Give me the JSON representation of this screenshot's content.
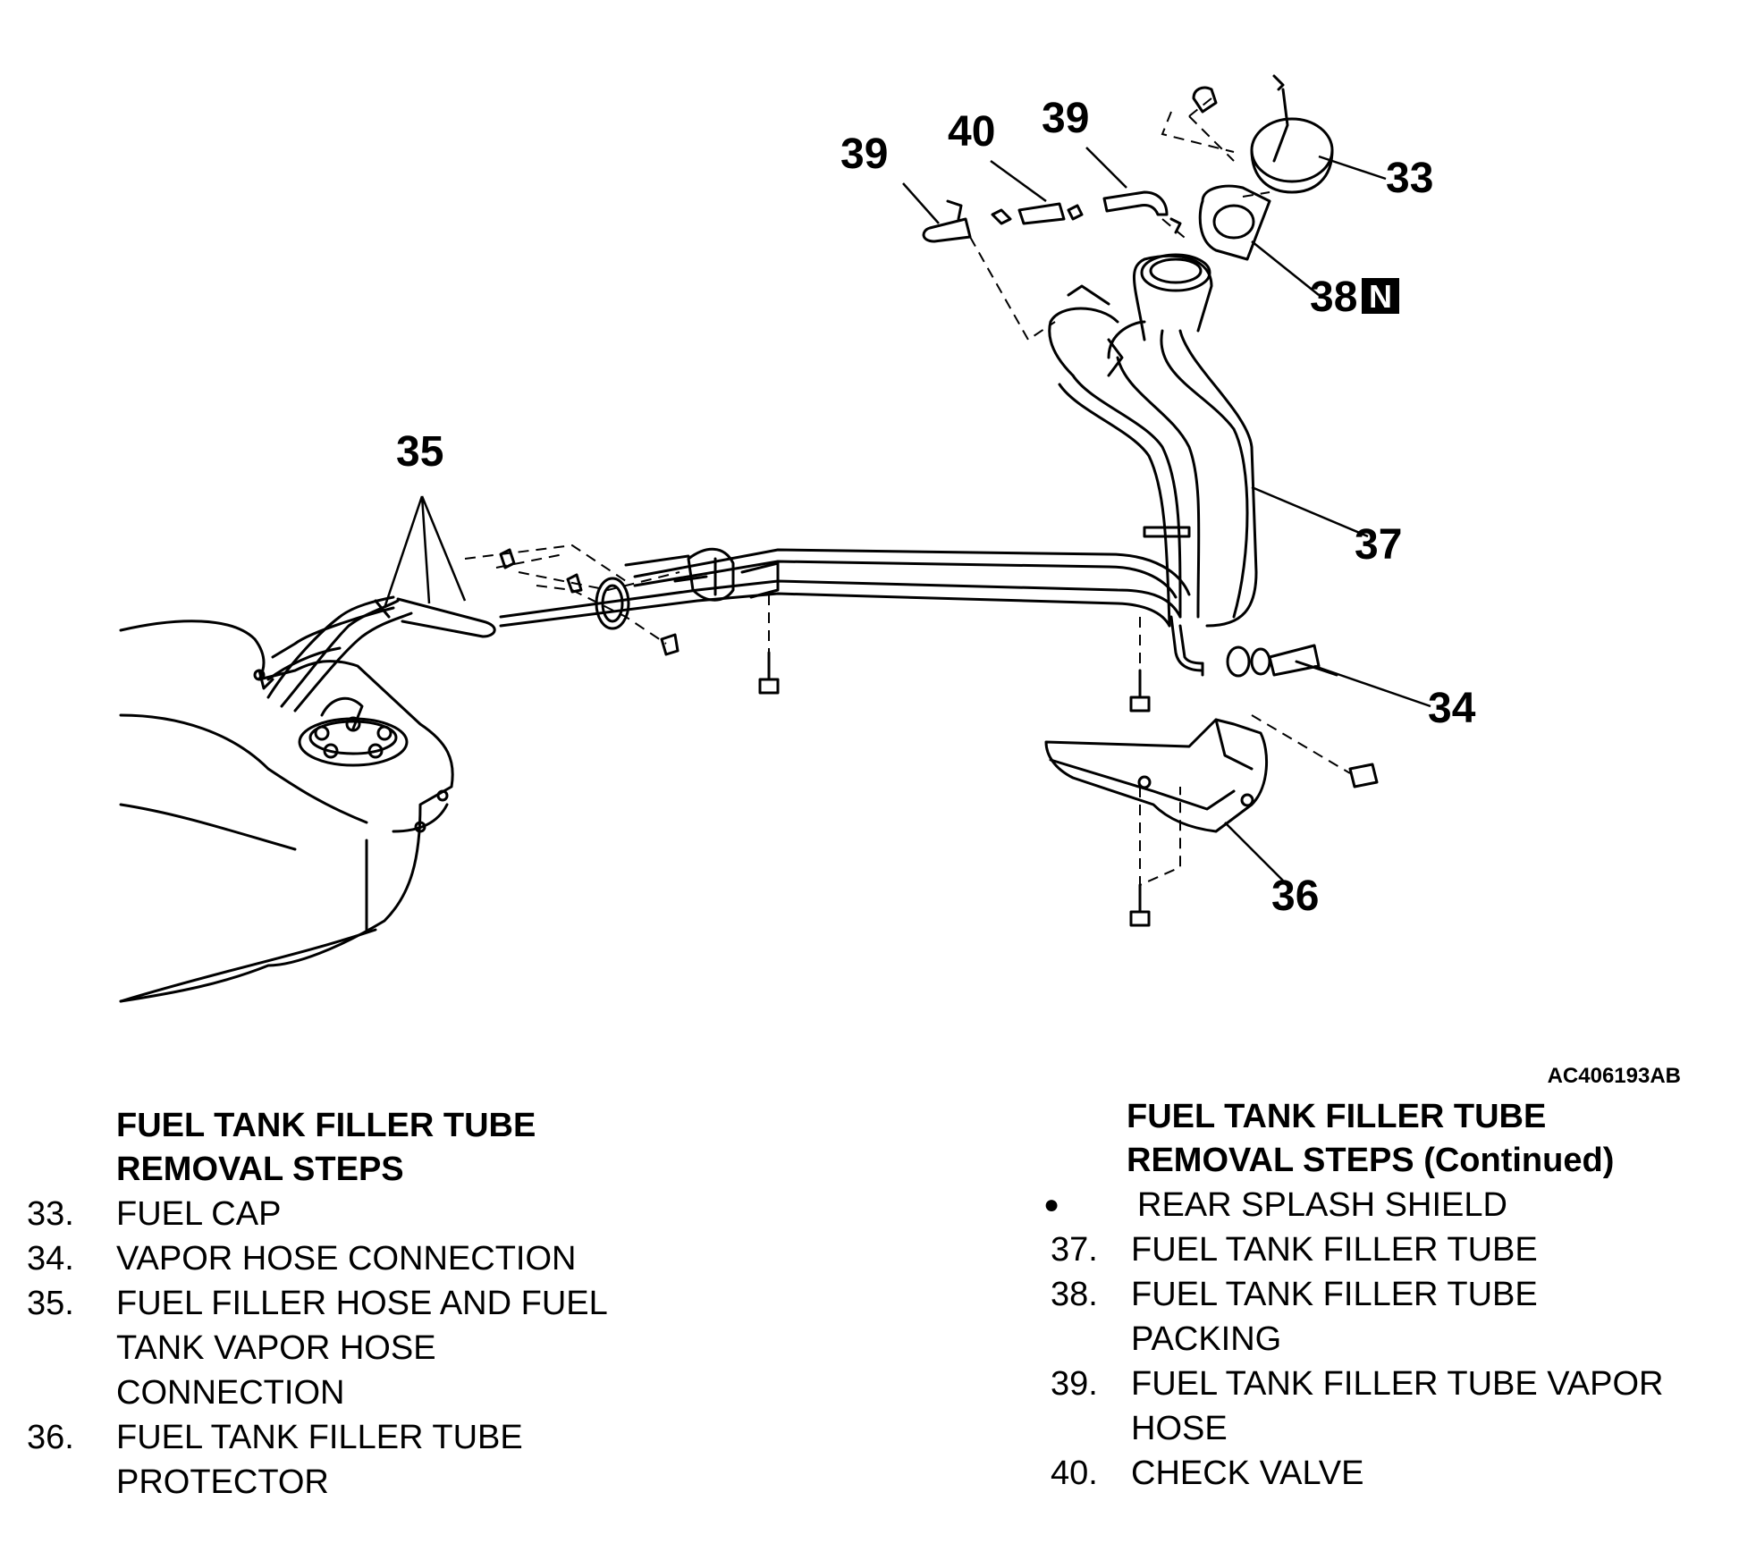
{
  "diagram": {
    "callouts": [
      {
        "id": "39a",
        "label": "39"
      },
      {
        "id": "40",
        "label": "40"
      },
      {
        "id": "39b",
        "label": "39"
      },
      {
        "id": "33",
        "label": "33"
      },
      {
        "id": "38",
        "label": "38",
        "badge": "N"
      },
      {
        "id": "35",
        "label": "35"
      },
      {
        "id": "37",
        "label": "37"
      },
      {
        "id": "34",
        "label": "34"
      },
      {
        "id": "36",
        "label": "36"
      }
    ],
    "figure_code": "AC406193AB"
  },
  "left_steps": {
    "heading": "FUEL TANK FILLER TUBE\nREMOVAL STEPS",
    "items": [
      {
        "num": "33.",
        "text": "FUEL CAP"
      },
      {
        "num": "34.",
        "text": "VAPOR HOSE CONNECTION"
      },
      {
        "num": "35.",
        "text": "FUEL FILLER HOSE AND FUEL\nTANK VAPOR HOSE\nCONNECTION"
      },
      {
        "num": "36.",
        "text": "FUEL TANK FILLER TUBE\nPROTECTOR"
      }
    ]
  },
  "right_steps": {
    "heading": "FUEL TANK FILLER TUBE\nREMOVAL STEPS (Continued)",
    "items": [
      {
        "num": "●",
        "text": "REAR SPLASH SHIELD"
      },
      {
        "num": "37.",
        "text": "FUEL TANK FILLER TUBE"
      },
      {
        "num": "38.",
        "text": "FUEL TANK FILLER TUBE\nPACKING"
      },
      {
        "num": "39.",
        "text": "FUEL TANK FILLER TUBE VAPOR\nHOSE"
      },
      {
        "num": "40.",
        "text": "CHECK VALVE"
      }
    ]
  }
}
